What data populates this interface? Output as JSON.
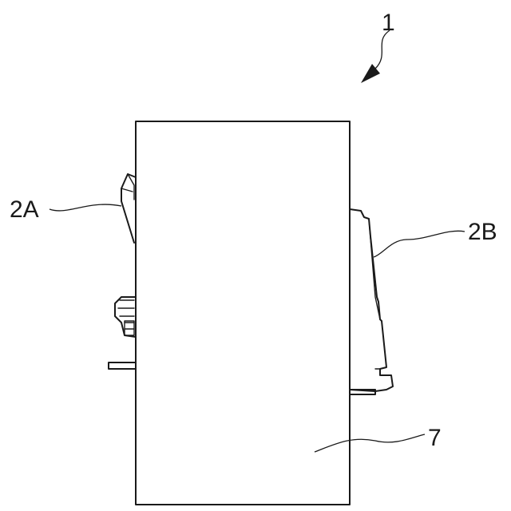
{
  "figure": {
    "labels": {
      "assembly": "1",
      "part_a": "2A",
      "part_b": "2B",
      "body": "7"
    }
  }
}
